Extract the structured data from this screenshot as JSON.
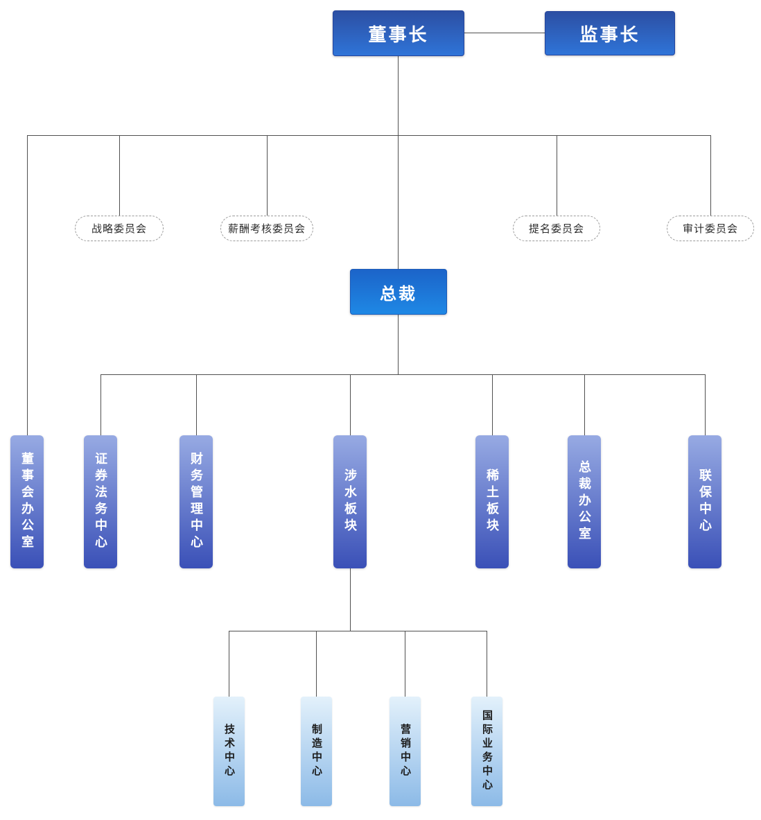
{
  "nodes": {
    "chairman": "董事长",
    "supervisory_chairman": "监事长",
    "president": "总裁"
  },
  "committees": [
    "战略委员会",
    "薪酬考核委员会",
    "提名委员会",
    "审计委员会"
  ],
  "departments": [
    "董事会办公室",
    "证券法务中心",
    "财务管理中心",
    "涉水板块",
    "稀土板块",
    "总裁办公室",
    "联保中心"
  ],
  "sub_departments": [
    "技术中心",
    "制造中心",
    "营销中心",
    "国际业务中心"
  ],
  "edges": [
    [
      "董事长",
      "监事长"
    ],
    [
      "董事长",
      "战略委员会"
    ],
    [
      "董事长",
      "薪酬考核委员会"
    ],
    [
      "董事长",
      "提名委员会"
    ],
    [
      "董事长",
      "审计委员会"
    ],
    [
      "董事长",
      "董事会办公室"
    ],
    [
      "董事长",
      "总裁"
    ],
    [
      "总裁",
      "证券法务中心"
    ],
    [
      "总裁",
      "财务管理中心"
    ],
    [
      "总裁",
      "涉水板块"
    ],
    [
      "总裁",
      "稀土板块"
    ],
    [
      "总裁",
      "总裁办公室"
    ],
    [
      "总裁",
      "联保中心"
    ],
    [
      "涉水板块",
      "技术中心"
    ],
    [
      "涉水板块",
      "制造中心"
    ],
    [
      "涉水板块",
      "营销中心"
    ],
    [
      "涉水板块",
      "国际业务中心"
    ]
  ],
  "colors": {
    "primary_box_gradient": [
      "#2c4fa3",
      "#2f74d8"
    ],
    "president_box_gradient": [
      "#1c64c9",
      "#1e88e5"
    ],
    "department_box_gradient": [
      "#97aae3",
      "#3a50b7"
    ],
    "sub_department_box_gradient": [
      "#e3f1fb",
      "#8cbae7"
    ],
    "connector_line": "#4f4f4f",
    "committee_border": "#9a9a9a"
  }
}
